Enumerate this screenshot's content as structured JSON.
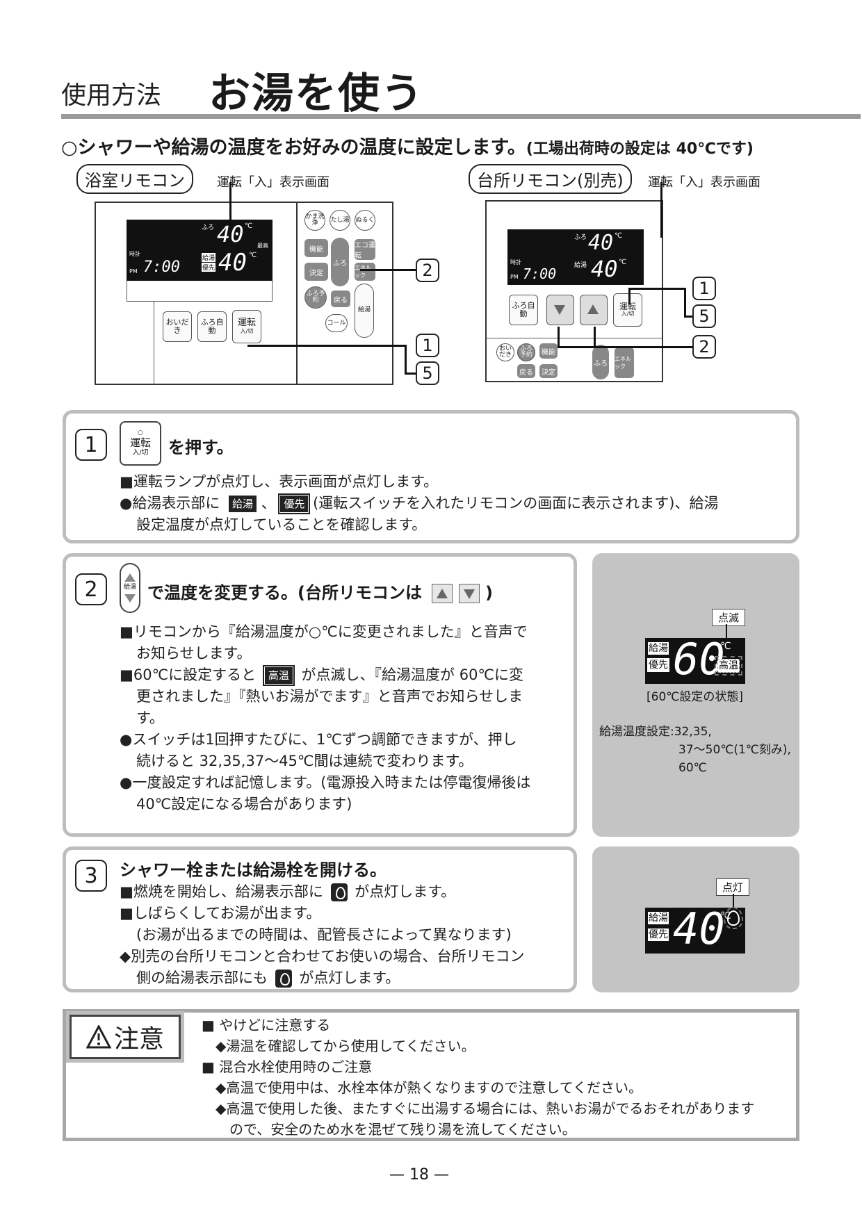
{
  "header": {
    "section_label": "使用方法",
    "title": "お湯を使う"
  },
  "intro": {
    "main": "○シャワーや給湯の温度をお好みの温度に設定します。",
    "note": "(工場出荷時の設定は 40℃です)"
  },
  "bath_remote": {
    "label": "浴室リモコン",
    "caption": "運転「入」表示画面",
    "lcd": {
      "furo_label": "ふろ",
      "furo_temp": "40",
      "unit": "℃",
      "clock_label": "時計",
      "pm": "PM",
      "time": "7:00",
      "kyuto_label": "給湯",
      "yusen_label": "優先",
      "kyuto_temp": "40",
      "max_label": "最高"
    },
    "round_buttons": [
      "かま洗浄",
      "たし湯",
      "ぬるく"
    ],
    "side_buttons": [
      "機能",
      "決定",
      "ふろ予約",
      "戻る",
      "コール"
    ],
    "eco_button": "エコ運転",
    "furo_rocker": "ふろ",
    "kyuto_rocker": "給湯",
    "energy_button": "エネルック",
    "bottom_buttons": [
      "おいだき",
      "ふろ自動"
    ],
    "power_button": {
      "label": "運転",
      "sub": "入/切"
    }
  },
  "kitchen_remote": {
    "label": "台所リモコン(別売)",
    "caption": "運転「入」表示画面",
    "lcd": {
      "furo_label": "ふろ",
      "furo_temp": "40",
      "unit": "℃",
      "clock_label": "時計",
      "pm": "PM",
      "time": "7:00",
      "kyuto_label": "給湯",
      "kyuto_temp": "40"
    },
    "auto_button": "ふろ自動",
    "power_button": {
      "label": "運転",
      "sub": "入/切"
    },
    "lower_buttons": [
      "おいだき",
      "ふろ予約",
      "機能",
      "戻る",
      "決定",
      "ふろ",
      "エネルック"
    ]
  },
  "callouts": {
    "one": "1",
    "two": "2",
    "five": "5"
  },
  "step1": {
    "num": "1",
    "btn_label": "運転",
    "btn_sub": "入/切",
    "title": "を押す。",
    "line1": "■運転ランプが点灯し、表示画面が点灯します。",
    "line2_a": "●給湯表示部に",
    "tag_kyuto": "給湯",
    "sep": "、",
    "tag_yusen": "優先",
    "line2_b": "(運転スイッチを入れたリモコンの画面に表示されます)、給湯",
    "line3": "設定温度が点灯していることを確認します。"
  },
  "step2": {
    "num": "2",
    "btn_label": "給湯",
    "title_a": "で温度を変更する。(台所リモコンは",
    "title_b": ")",
    "l1": "■リモコンから『給湯温度が○℃に変更されました』と音声で",
    "l2": "お知らせします。",
    "l3_a": "■60℃に設定すると",
    "tag_hot": "高温",
    "l3_b": "が点滅し、『給湯温度が 60℃に変",
    "l4": "更されました』『熱いお湯がでます』と音声でお知らせしま",
    "l5": "す。",
    "l6": "●スイッチは1回押すたびに、1℃ずつ調節できますが、押し",
    "l7": "続けると 32,35,37～45℃間は連続で変わります。",
    "l8": "●一度設定すれば記憶します。(電源投入時または停電復帰後は",
    "l9": "40℃設定になる場合があります)"
  },
  "side2": {
    "blink_label": "点滅",
    "kyuto": "給湯",
    "yusen": "優先",
    "temp": "60",
    "unit": "℃",
    "hot": "高温",
    "state_caption": "[60℃設定の状態]",
    "range_label": "給湯温度設定:32,35,",
    "range_line2": "37～50℃(1℃刻み),",
    "range_line3": "60℃"
  },
  "step3": {
    "num": "3",
    "title": "シャワー栓または給湯栓を開ける。",
    "l1_a": "■燃焼を開始し、給湯表示部に",
    "l1_b": "が点灯します。",
    "l2": "■しばらくしてお湯が出ます。",
    "l3": "(お湯が出るまでの時間は、配管長さによって異なります)",
    "l4": "◆別売の台所リモコンと合わせてお使いの場合、台所リモコン",
    "l5_a": "側の給湯表示部にも",
    "l5_b": "が点灯します。"
  },
  "side3": {
    "lit_label": "点灯",
    "kyuto": "給湯",
    "yusen": "優先",
    "temp": "40",
    "unit": "℃"
  },
  "caution": {
    "badge": "注意",
    "h1": "■ やけどに注意する",
    "i1": "◆湯温を確認してから使用してください。",
    "h2": "■ 混合水栓使用時のご注意",
    "i2": "◆高温で使用中は、水栓本体が熱くなりますので注意してください。",
    "i3": "◆高温で使用した後、またすぐに出湯する場合には、熱いお湯がでるおそれがあります",
    "i3b": "ので、安全のため水を混ぜて残り湯を流してください。"
  },
  "page_number": "— 18 —"
}
